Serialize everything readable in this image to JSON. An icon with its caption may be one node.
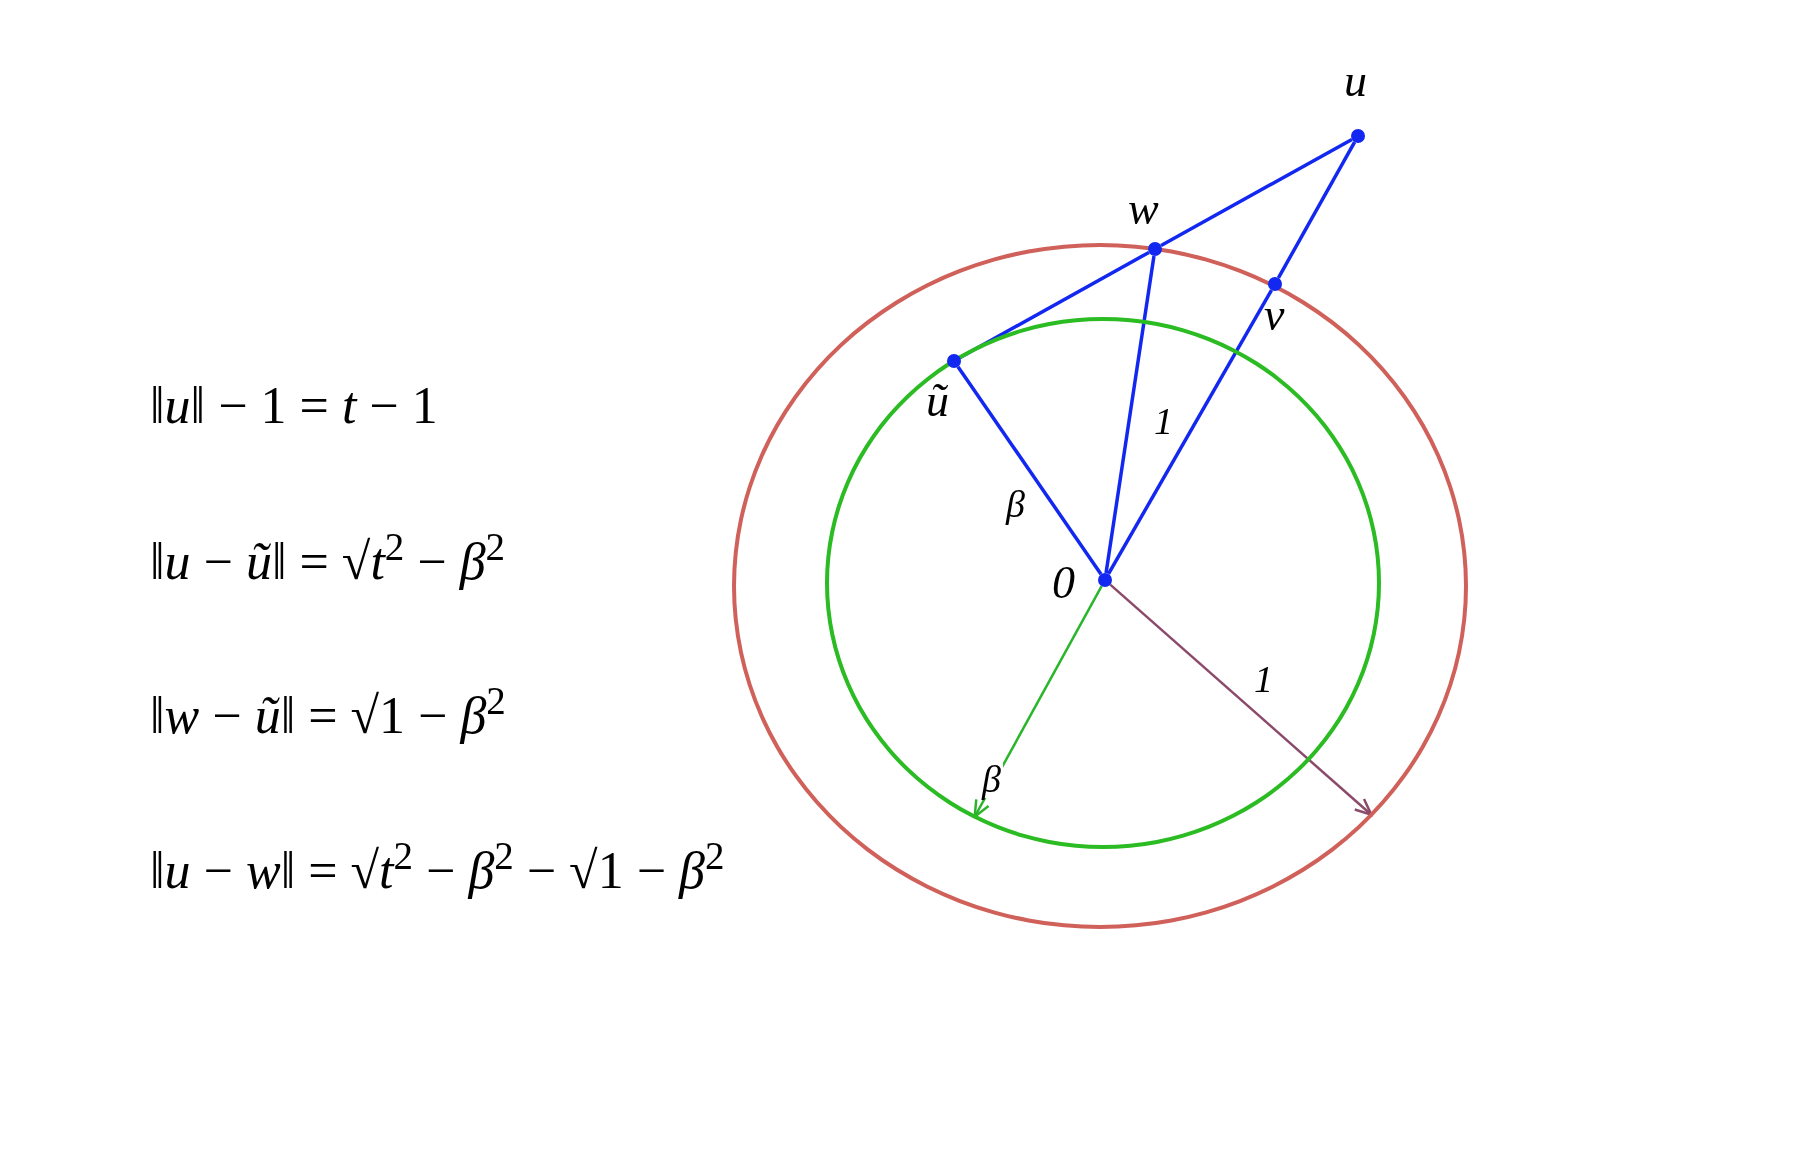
{
  "diagram": {
    "nodes": [
      {
        "text": [],
        "shape": "circle"
      },
      {
        "text": [],
        "shape": "circle",
        "in": 0
      },
      {
        "text": [],
        "shape": "point",
        "beside": [
          "u"
        ]
      },
      {
        "text": [],
        "shape": "point",
        "beside": [
          "w"
        ],
        "in": 0
      },
      {
        "text": [],
        "shape": "point",
        "beside": [
          "v"
        ],
        "in": 0
      },
      {
        "text": [],
        "shape": "point",
        "beside": [
          "ũ"
        ],
        "in": 1
      },
      {
        "text": [],
        "shape": "point",
        "beside": [
          "0"
        ],
        "in": 1
      }
    ],
    "edges": [
      {
        "from": 5,
        "to": 3,
        "arrow": "none"
      },
      {
        "from": 3,
        "to": 2,
        "arrow": "none"
      },
      {
        "from": 2,
        "to": 4,
        "arrow": "none"
      },
      {
        "from": 4,
        "to": 6,
        "arrow": "none"
      },
      {
        "from": 3,
        "to": 6,
        "arrow": "none",
        "label": "1"
      },
      {
        "from": 5,
        "to": 6,
        "arrow": "none",
        "label": "β"
      },
      {
        "from": 6,
        "to": 1,
        "arrow": "to",
        "label": "β",
        "color": "#2bb52b"
      },
      {
        "from": 6,
        "to": 0,
        "arrow": "to",
        "label": "1",
        "color": "#8b4a6a"
      }
    ],
    "labels": [
      "‖*u*‖ − 1 = *t* − 1",
      "‖*u* − *ũ*‖ = √*t*$^{2}$ − *β*$^{2}$",
      "‖*w* − *ũ*‖ = √1 − *β*$^{2}$",
      "‖*u* − *w*‖ = √*t*$^{2}$ − *β*$^{2}$ − √1 − *β*$^{2}$"
    ]
  }
}
